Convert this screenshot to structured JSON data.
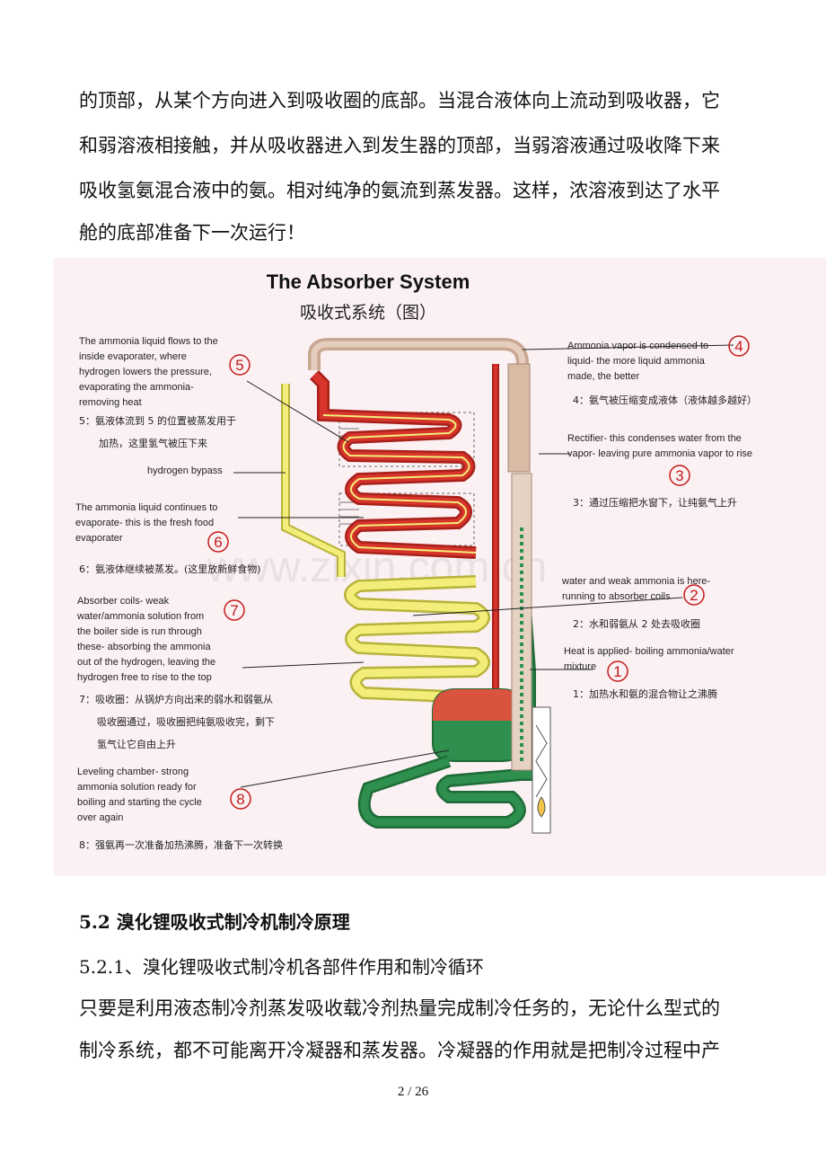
{
  "intro_lines": [
    "的顶部，从某个方向进入到吸收圈的底部。当混合液体向上流动到吸收器，它",
    "和弱溶液相接触，并从吸收器进入到发生器的顶部，当弱溶液通过吸收降下来",
    "吸收氢氨混合液中的氨。相对纯净的氨流到蒸发器。这样，浓溶液到达了水平",
    "舱的底部准备下一次运行！"
  ],
  "figure": {
    "title": "The Absorber System",
    "subtitle": "吸收式系统（图）",
    "watermark": "www.zixin.com.cn",
    "colors": {
      "red": "#d7342b",
      "yellow": "#f3ee7a",
      "green": "#2e8f4f",
      "tan": "#d8b8a0",
      "number": "#c41a1a"
    },
    "callouts": {
      "c5_en": [
        "The ammonia liquid flows to the",
        "inside evaporater, where",
        "hydrogen lowers the pressure,",
        "evaporating the ammonia-",
        "removing heat"
      ],
      "c5_num": "5",
      "c5_cn": [
        "5：氨液体流到 5 的位置被蒸发用于",
        "加热，这里氢气被压下来"
      ],
      "bypass": "hydrogen bypass",
      "c6_en": [
        "The ammonia liquid continues to",
        "evaporate- this is the fresh food",
        "evaporater"
      ],
      "c6_num": "6",
      "c6_cn": "6：氨液体继续被蒸发。(这里放新鲜食物)",
      "c7_en": [
        "Absorber coils- weak",
        "water/ammonia solution from",
        "the boiler side is run through",
        "these- absorbing the ammonia",
        "out of the hydrogen, leaving the",
        "hydrogen free to rise to the top"
      ],
      "c7_num": "7",
      "c7_cn": [
        "7：吸收圈：从锅炉方向出来的弱水和弱氨从",
        "吸收圈通过，吸收圈把纯氨吸收完，剩下",
        "氢气让它自由上升"
      ],
      "c8_en": [
        "Leveling chamber- strong",
        "ammonia solution ready for",
        "boiling and starting the cycle",
        "over again"
      ],
      "c8_num": "8",
      "c8_cn": "8：强氨再一次准备加热沸腾，准备下一次转换",
      "c4_en": [
        "Ammonia vapor is condensed to",
        "liquid- the more liquid ammonia",
        "made, the better"
      ],
      "c4_num": "4",
      "c4_cn": "4：氨气被压缩变成液体（液体越多越好）",
      "c3_en": [
        "Rectifier- this condenses water from the",
        "vapor- leaving pure ammonia vapor to rise"
      ],
      "c3_num": "3",
      "c3_cn": "3：通过压缩把水窗下，让纯氨气上升",
      "c2_en": [
        "water and weak ammonia is here-",
        "running to absorber coils"
      ],
      "c2_num": "2",
      "c2_cn": "2：水和弱氨从 2 处去吸收圈",
      "c1_en": [
        "Heat is applied- boiling ammonia/water",
        "mixture"
      ],
      "c1_num": "1",
      "c1_cn": "1：加热水和氨的混合物让之沸腾"
    }
  },
  "section_heading": "5.2 溴化锂吸收式制冷机制冷原理",
  "subsection_heading": "5.2.1、溴化锂吸收式制冷机各部件作用和制冷循环",
  "body_lines": [
    "只要是利用液态制冷剂蒸发吸收载冷剂热量完成制冷任务的，无论什么型式的",
    "制冷系统，都不可能离开冷凝器和蒸发器。冷凝器的作用就是把制冷过程中产"
  ],
  "page_number": "2 / 26"
}
